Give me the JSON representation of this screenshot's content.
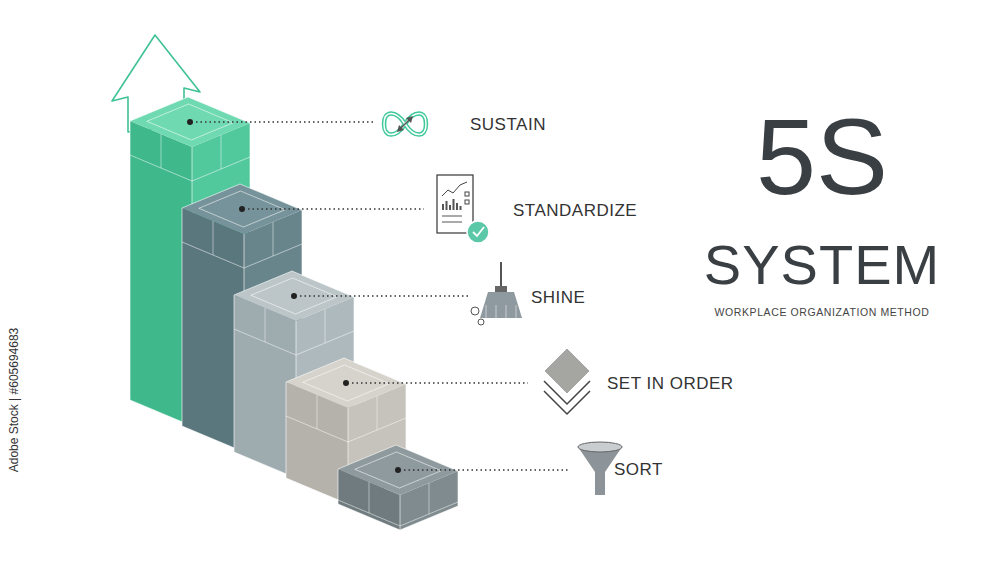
{
  "diagram": {
    "labels": [
      "SUSTAIN",
      "STANDARDIZE",
      "SHINE",
      "SET IN ORDER",
      "SORT",
      "5S",
      "SYSTEM",
      "WORKPLACE ORGANIZATION METHOD",
      "Adobe Stock | #605694683"
    ]
  }
}
